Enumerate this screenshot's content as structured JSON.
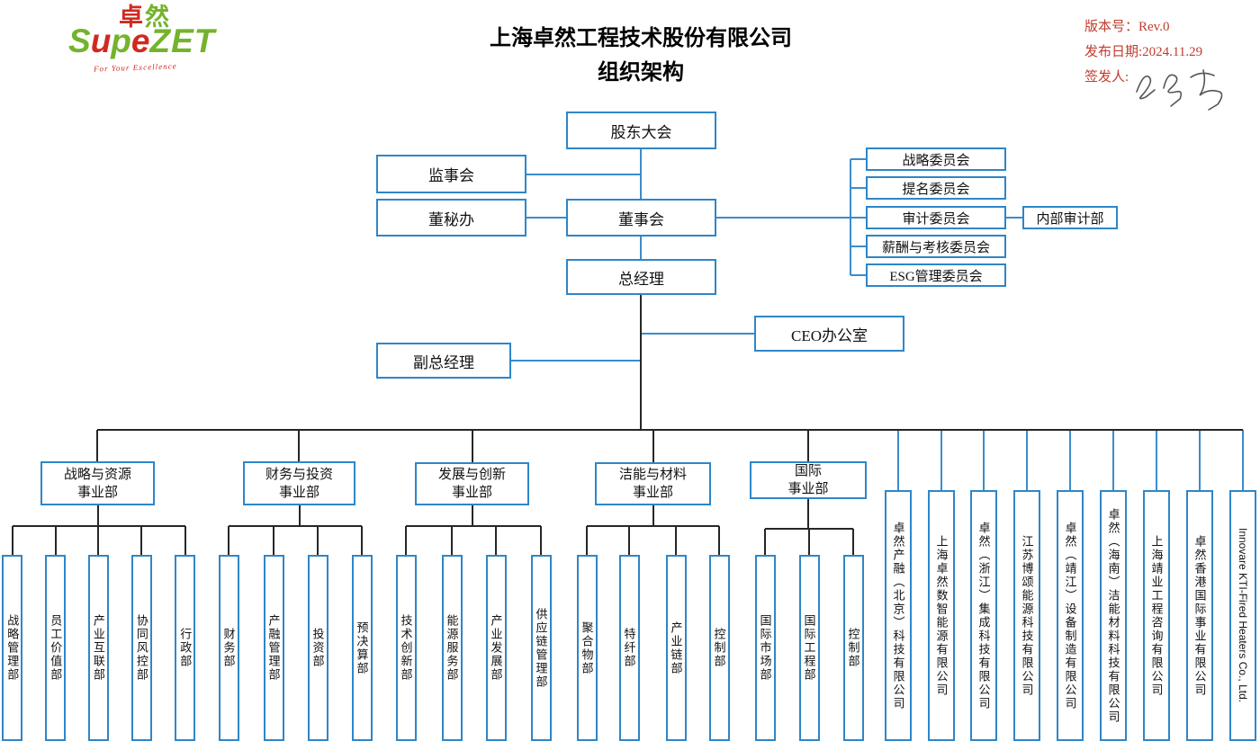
{
  "header": {
    "logo": {
      "hanzi_1": "卓",
      "hanzi_2": "然",
      "letters": [
        "S",
        "u",
        "p",
        "e",
        "ZET"
      ],
      "tagline": "For Your Excellence"
    },
    "title_line1": "上海卓然工程技术股份有限公司",
    "title_line2": "组织架构",
    "meta": {
      "version": "版本号：Rev.0",
      "date": "发布日期:2024.11.29",
      "signer": "签发人:"
    }
  },
  "colors": {
    "box_border_blue": "#2e86c8",
    "connector_blue": "#3b8ccc",
    "connector_black": "#262626",
    "accent_red": "#c23b2e",
    "logo_green": "#74b32c",
    "logo_red": "#d0291f"
  },
  "nodes": {
    "shareholders": "股东大会",
    "supervisory": "监事会",
    "board_secretary_office": "董秘办",
    "board": "董事会",
    "general_manager": "总经理",
    "ceo_office": "CEO办公室",
    "deputy_gm": "副总经理",
    "internal_audit": "内部审计部"
  },
  "committees": [
    "战略委员会",
    "提名委员会",
    "审计委员会",
    "薪酬与考核委员会",
    "ESG管理委员会"
  ],
  "divisions": [
    {
      "label": "战略与资源\n事业部",
      "children": [
        "战略管理部",
        "员工价值部",
        "产业互联部",
        "协同风控部",
        "行政部"
      ]
    },
    {
      "label": "财务与投资\n事业部",
      "children": [
        "财务部",
        "产融管理部",
        "投资部",
        "预决算部"
      ]
    },
    {
      "label": "发展与创新\n事业部",
      "children": [
        "技术创新部",
        "能源服务部",
        "产业发展部",
        "供应链管理部"
      ]
    },
    {
      "label": "洁能与材料\n事业部",
      "children": [
        "聚合物部",
        "特纤部",
        "产业链部",
        "控制部"
      ]
    },
    {
      "label": "国际\n事业部",
      "children": [
        "国际市场部",
        "国际工程部",
        "控制部"
      ]
    }
  ],
  "subsidiaries": [
    "卓然产融（北京）科技有限公司",
    "上海卓然数智能源有限公司",
    "卓然（浙江）集成科技有限公司",
    "江苏博颂能源科技有限公司",
    "卓然（靖江）设备制造有限公司",
    "卓然（海南）洁能材料科技有限公司",
    "上海靖业工程咨询有限公司",
    "卓然香港国际事业有限公司",
    "Innovare KTI-Fired Heaters Co., Ltd."
  ]
}
